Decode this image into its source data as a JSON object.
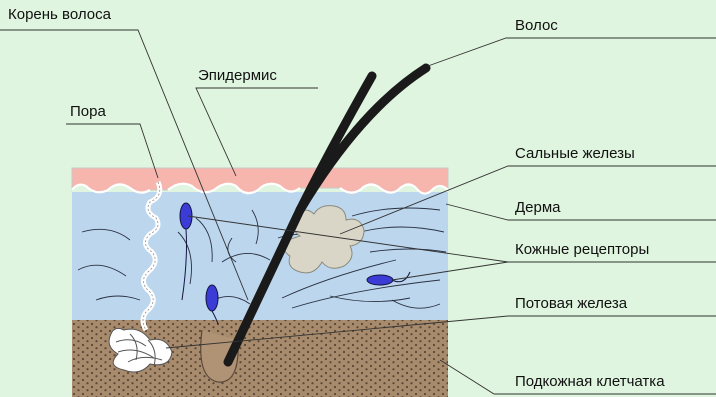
{
  "colors": {
    "background": "#dff5df",
    "epidermis": "#f6b5ad",
    "dermis": "#bcd6ee",
    "subcutaneous": "#a88b6c",
    "hair": "#1a1a1a",
    "receptor": "#3b3bd6",
    "leader": "#333333"
  },
  "labels": {
    "hair_root": "Корень волоса",
    "epidermis": "Эпидермис",
    "pore": "Пора",
    "hair": "Волос",
    "sebaceous_glands": "Сальные железы",
    "dermis": "Дерма",
    "skin_receptors": "Кожные рецепторы",
    "sweat_gland": "Потовая железа",
    "subcutaneous_fat": "Подкожная клетчатка"
  }
}
